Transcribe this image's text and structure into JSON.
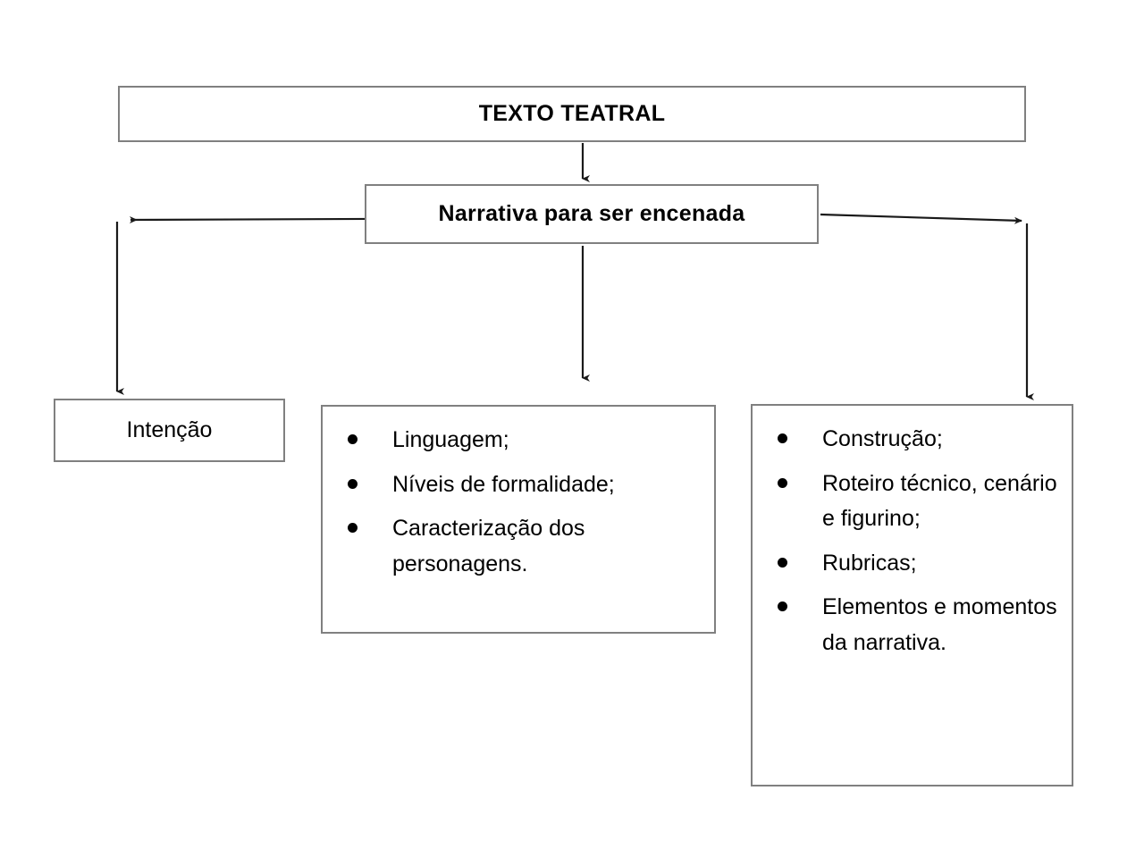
{
  "diagram": {
    "title": "TEXTO TEATRAL",
    "nodes": {
      "root": {
        "label": "TEXTO TEATRAL",
        "style": "bold"
      },
      "subtitle": {
        "label": "Narrativa para ser encenada",
        "style": "bold"
      },
      "branch_left": {
        "label": "Intenção",
        "style": "plain"
      },
      "branch_middle": {
        "items": [
          "Linguagem;",
          "Níveis de formalidade;",
          "Caracterização dos personagens."
        ]
      },
      "branch_right": {
        "items": [
          "Construção;",
          "Roteiro técnico, cenário e figurino;",
          "Rubricas;",
          "Elementos e momentos da narrativa."
        ]
      }
    },
    "connectors": [
      {
        "name": "arrow-root-to-subtitle",
        "direction": "down"
      },
      {
        "name": "arrow-subtitle-to-left",
        "direction": "left"
      },
      {
        "name": "arrow-left-down-to-intencao",
        "direction": "down"
      },
      {
        "name": "arrow-subtitle-to-middle",
        "direction": "down"
      },
      {
        "name": "arrow-subtitle-to-right",
        "direction": "right"
      },
      {
        "name": "arrow-right-down-to-list",
        "direction": "down"
      }
    ],
    "colors": {
      "border": "#808080",
      "text": "#000000",
      "connector": "#1a1a1a",
      "background": "#ffffff"
    }
  }
}
